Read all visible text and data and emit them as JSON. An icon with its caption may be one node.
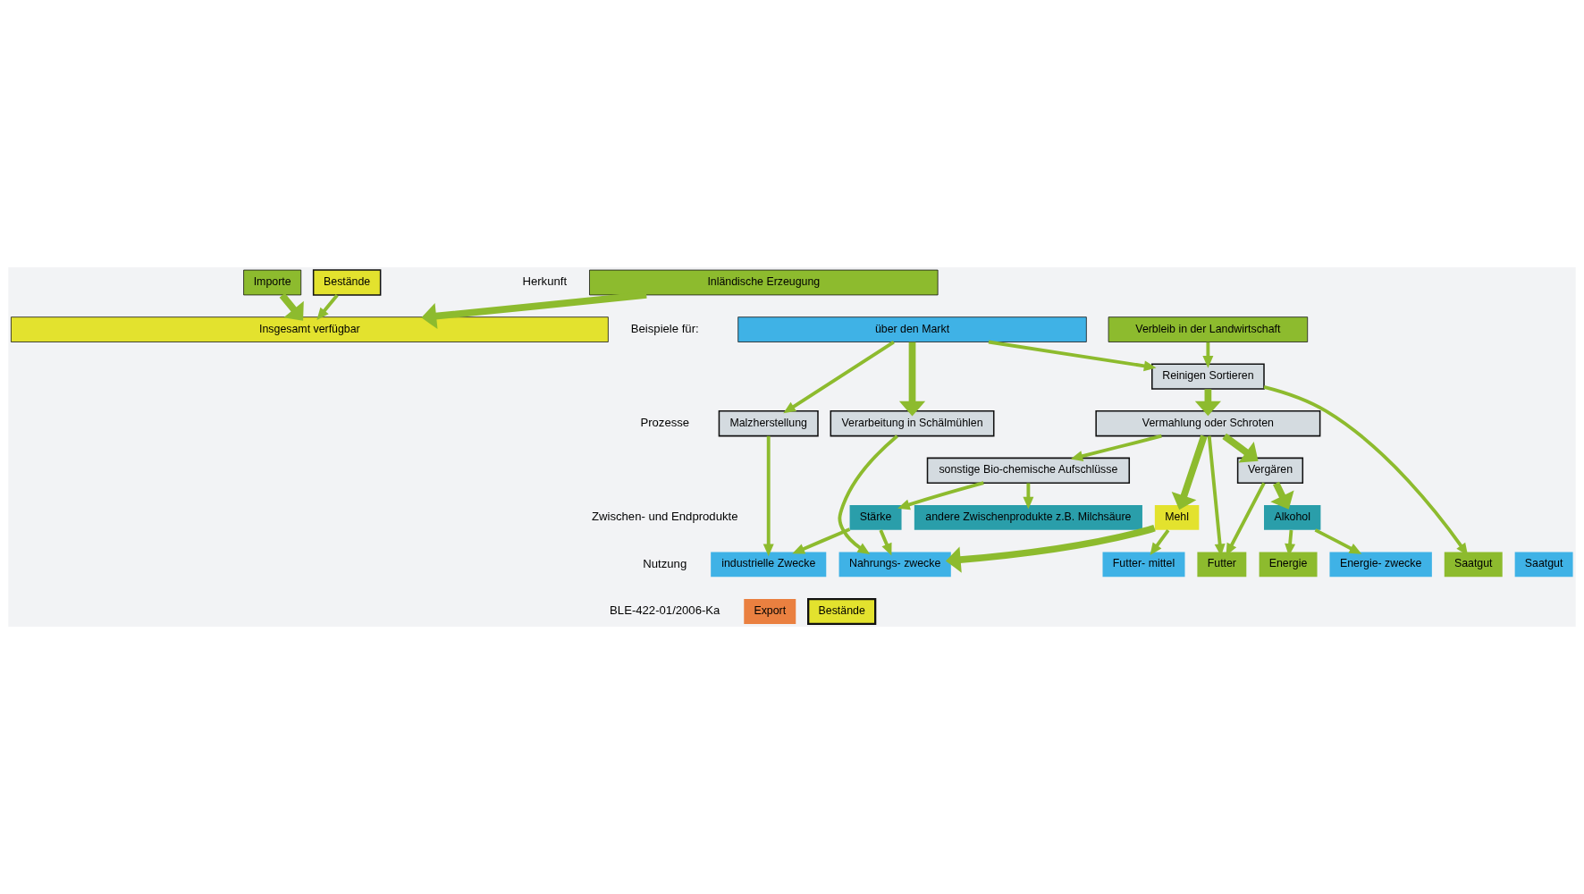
{
  "diagram": {
    "nodes": [
      {
        "text": [
          "Inländische Erzeugung"
        ]
      },
      {
        "text": [
          "Importe"
        ]
      },
      {
        "text": [
          "Bestände"
        ]
      },
      {
        "text": [
          "Insgesamt verfügbar"
        ]
      },
      {
        "text": [
          "Verbleib in der Landwirtschaft"
        ]
      },
      {
        "text": [
          "über den Markt"
        ]
      },
      {
        "text": [
          "Reinigen Sortieren"
        ]
      },
      {
        "text": [
          "Vermahlung oder Schroten"
        ]
      },
      {
        "text": [
          "Verarbeitung in Schälmühlen"
        ]
      },
      {
        "text": [
          "Malzherstellung"
        ]
      },
      {
        "text": [
          "Vergären"
        ]
      },
      {
        "text": [
          "sonstige Bio-chemische Aufschlüsse"
        ]
      },
      {
        "text": [
          "Alkohol"
        ]
      },
      {
        "text": [
          "Mehl"
        ]
      },
      {
        "text": [
          "andere Zwischenprodukte z.B. Milchsäure"
        ]
      },
      {
        "text": [
          "Stärke"
        ]
      },
      {
        "text": [
          "Futter"
        ]
      },
      {
        "text": [
          "Energie"
        ]
      },
      {
        "text": [
          "Saatgut"
        ]
      },
      {
        "text": [
          "Saatgut"
        ]
      },
      {
        "text": [
          "Energie- zwecke"
        ]
      },
      {
        "text": [
          "Futter- mittel"
        ]
      },
      {
        "text": [
          "Nahrungs- zwecke"
        ]
      },
      {
        "text": [
          "industrielle Zwecke"
        ]
      },
      {
        "text": [
          "Export"
        ]
      },
      {
        "text": [
          "Bestände"
        ]
      }
    ],
    "edges": [
      {
        "from": 0,
        "to": 3,
        "arrow": "to",
        "style": "thick"
      },
      {
        "from": 1,
        "to": 3,
        "arrow": "to",
        "style": "thick"
      },
      {
        "from": 2,
        "to": 3,
        "arrow": "to"
      },
      {
        "from": 4,
        "to": 6,
        "arrow": "to"
      },
      {
        "from": 5,
        "to": 6,
        "arrow": "to"
      },
      {
        "from": 5,
        "to": 8,
        "arrow": "to",
        "style": "thick"
      },
      {
        "from": 5,
        "to": 9,
        "arrow": "to"
      },
      {
        "from": 6,
        "to": 7,
        "arrow": "to",
        "style": "thick"
      },
      {
        "from": 6,
        "to": 18,
        "arrow": "to"
      },
      {
        "from": 7,
        "to": 16,
        "arrow": "to"
      },
      {
        "from": 7,
        "to": 10,
        "arrow": "to",
        "style": "thick"
      },
      {
        "from": 7,
        "to": 13,
        "arrow": "to",
        "style": "thick"
      },
      {
        "from": 7,
        "to": 11,
        "arrow": "to"
      },
      {
        "from": 10,
        "to": 12,
        "arrow": "to",
        "style": "thick"
      },
      {
        "from": 10,
        "to": 16,
        "arrow": "to"
      },
      {
        "from": 8,
        "to": 22,
        "arrow": "to"
      },
      {
        "from": 9,
        "to": 23,
        "arrow": "to"
      },
      {
        "from": 11,
        "to": 14,
        "arrow": "to"
      },
      {
        "from": 11,
        "to": 15,
        "arrow": "to"
      },
      {
        "from": 12,
        "to": 17,
        "arrow": "to"
      },
      {
        "from": 12,
        "to": 20,
        "arrow": "to"
      },
      {
        "from": 13,
        "to": 21,
        "arrow": "to"
      },
      {
        "from": 13,
        "to": 22,
        "arrow": "to",
        "style": "thick"
      },
      {
        "from": 15,
        "to": 22,
        "arrow": "to"
      },
      {
        "from": 15,
        "to": 23,
        "arrow": "to"
      }
    ],
    "labels": [
      "Herkunft",
      "Beispiele für:",
      "Prozesse",
      "Zwischen- und Endprodukte",
      "Nutzung",
      "BLE-422-01/2006-Ka"
    ]
  }
}
